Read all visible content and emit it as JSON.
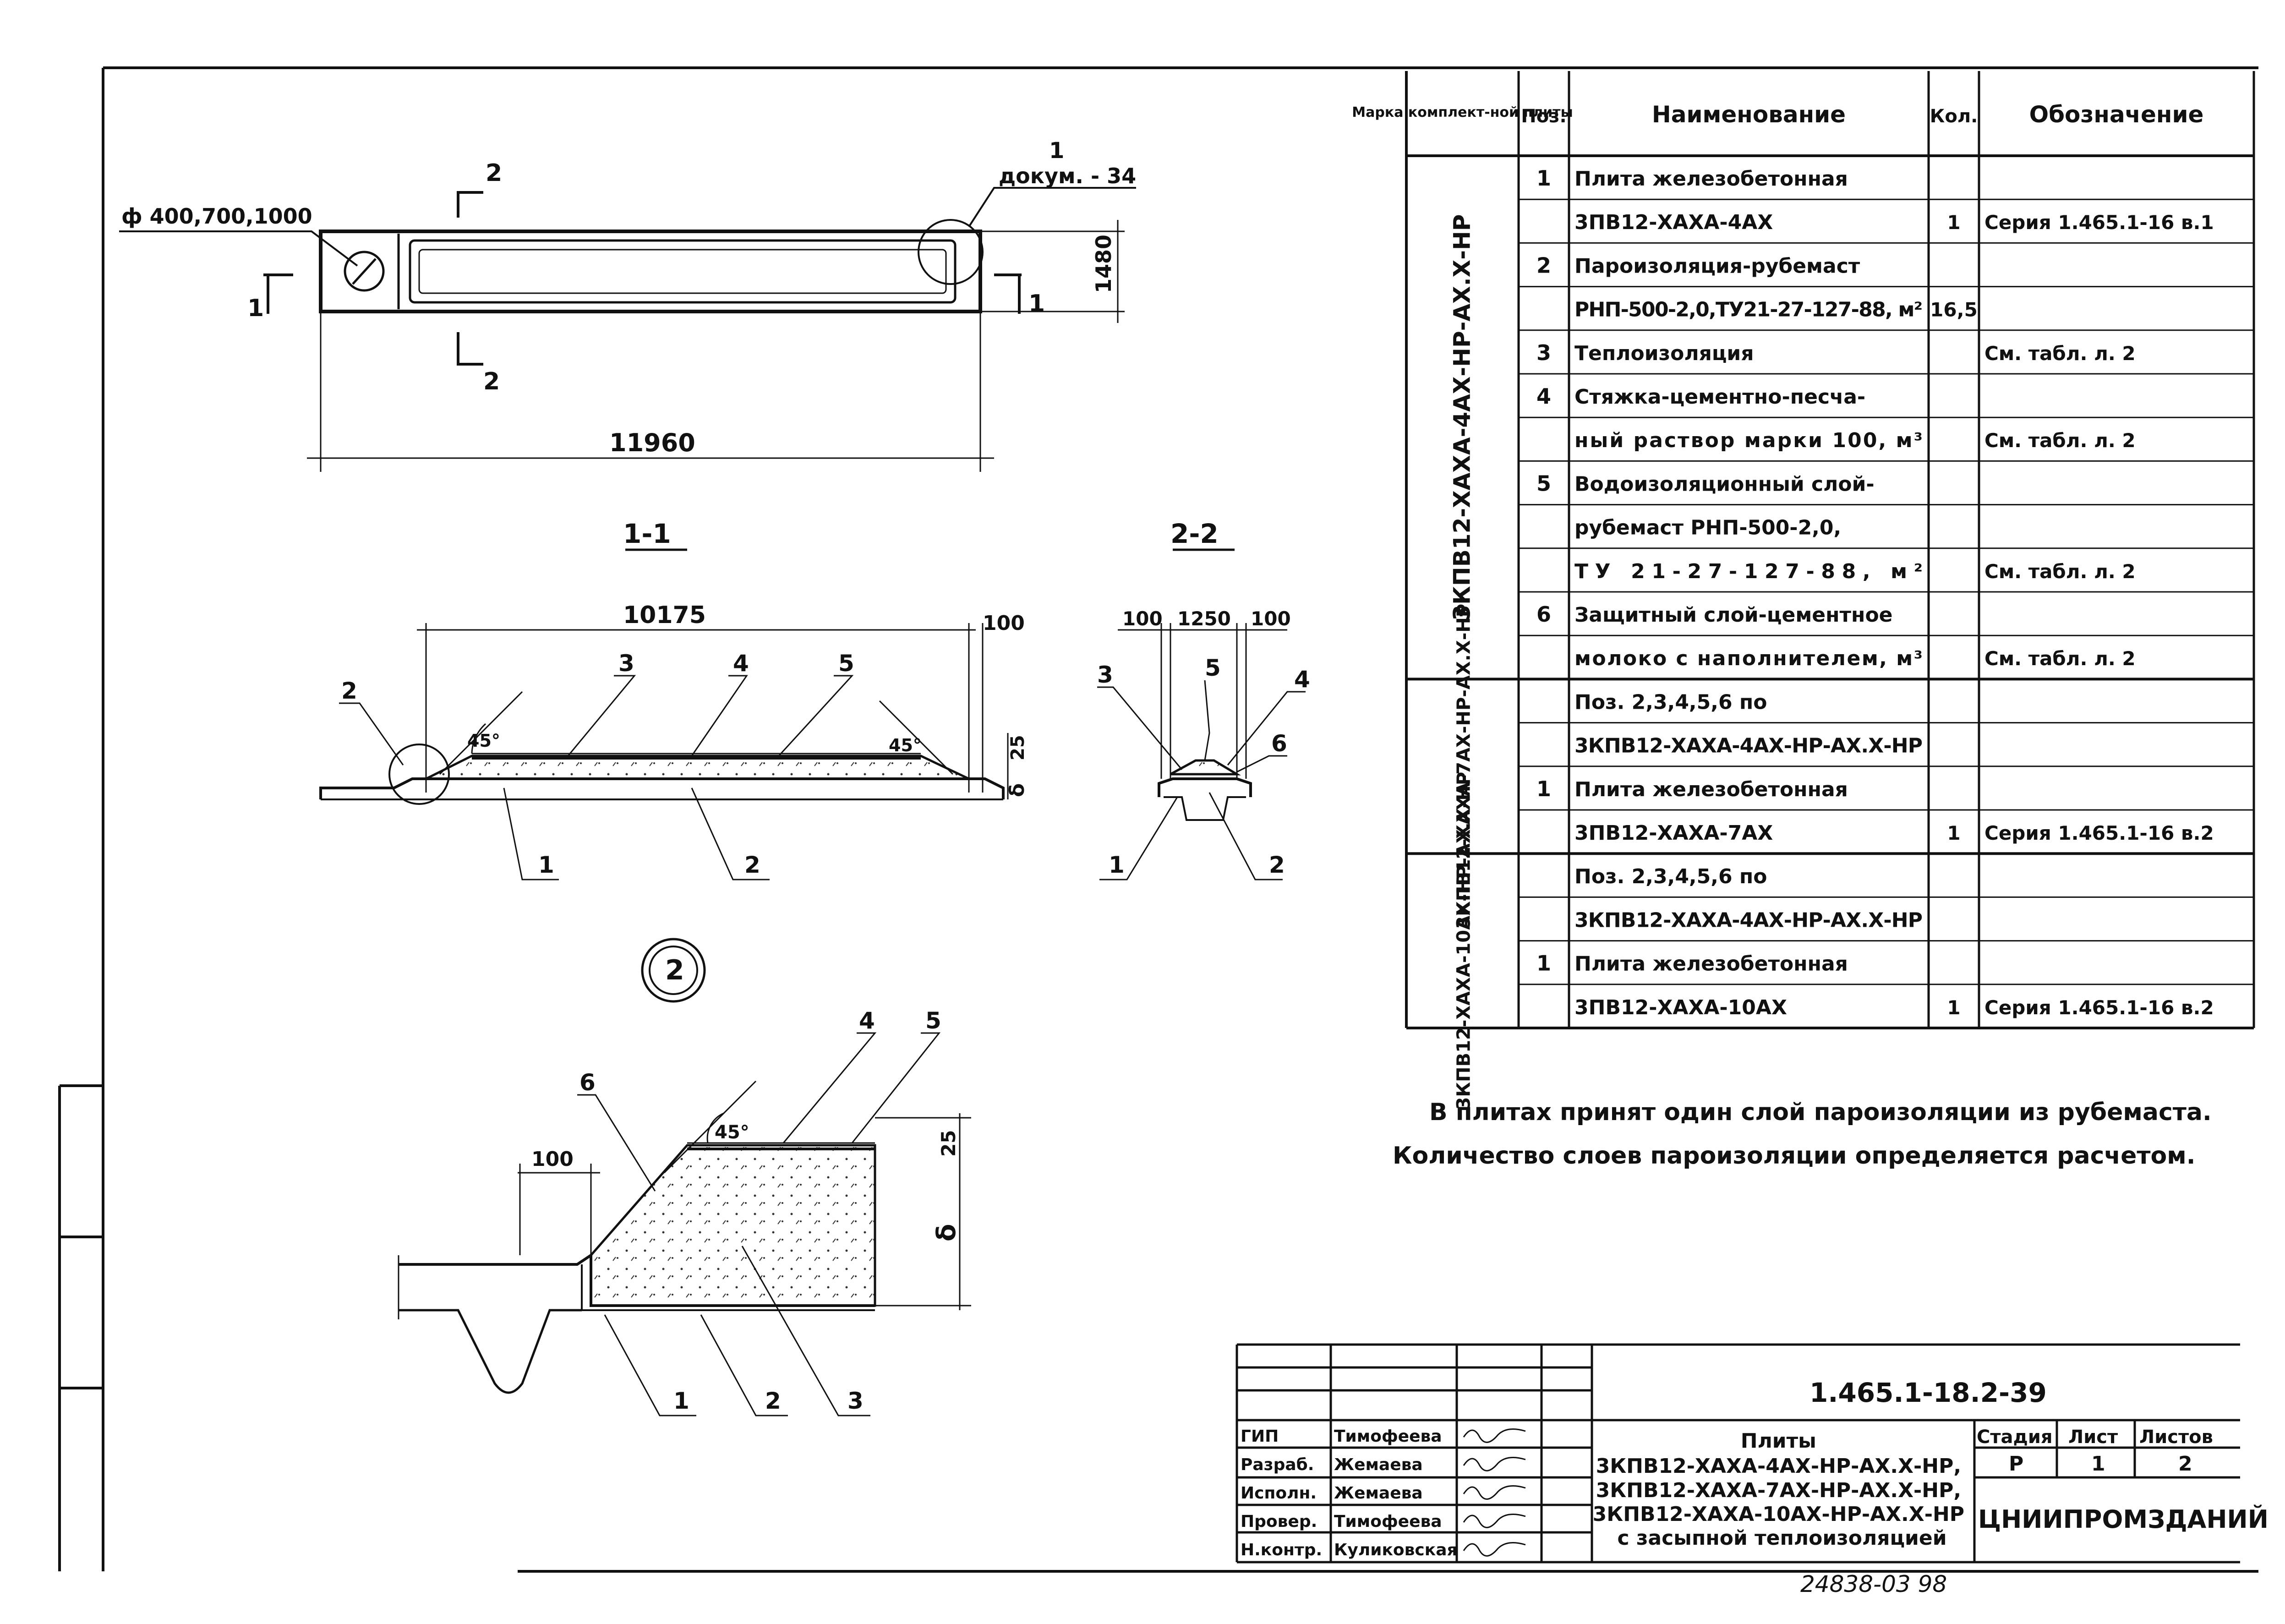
{
  "plan": {
    "hole_label": "ф 400,700,1000",
    "node_ref_num": "1",
    "node_ref_doc": "докум. - 34",
    "section_2_top": "2",
    "section_2_bottom": "2",
    "section_1_left": "1",
    "section_1_right": "1",
    "width_dim": "1480",
    "length_dim": "11960"
  },
  "section_1_1": {
    "title": "1-1",
    "dim_length": "10175",
    "dim_end": "100",
    "dim_25": "25",
    "dim_delta": "δ",
    "angle_left": "45°",
    "angle_right": "45°",
    "callouts": [
      "2",
      "3",
      "4",
      "5",
      "1",
      "2"
    ]
  },
  "section_2_2": {
    "title": "2-2",
    "dim_a": "100",
    "dim_b": "1250",
    "dim_c": "100",
    "callouts": [
      "3",
      "5",
      "4",
      "6",
      "1",
      "2"
    ]
  },
  "node_2": {
    "circle_label": "2",
    "dim_100": "100",
    "dim_25": "25",
    "dim_delta": "δ",
    "angle": "45°",
    "callouts": [
      "6",
      "4",
      "5",
      "1",
      "2",
      "3"
    ]
  },
  "spec_table": {
    "headers": [
      "Марка комплект-ной плиты",
      "Поз.",
      "Наименование",
      "Кол.",
      "Обозначение"
    ],
    "groups": [
      {
        "mark": "3КПВ12-ХАХА-4АХ-НР-АХ.Х-НР",
        "rows": [
          {
            "pos": "1",
            "name": "Плита железобетонная",
            "qty": "",
            "des": ""
          },
          {
            "pos": "",
            "name": "3ПВ12-ХАХА-4АХ",
            "qty": "1",
            "des": "Серия 1.465.1-16 в.1"
          },
          {
            "pos": "2",
            "name": "Пароизоляция-рубемаст",
            "qty": "",
            "des": ""
          },
          {
            "pos": "",
            "name": "РНП-500-2,0,ТУ21-27-127-88, м²",
            "qty": "16,5",
            "des": ""
          },
          {
            "pos": "3",
            "name": "Теплоизоляция",
            "qty": "",
            "des": "См. табл. л. 2"
          },
          {
            "pos": "4",
            "name": "Стяжка-цементно-песча-",
            "qty": "",
            "des": ""
          },
          {
            "pos": "",
            "name": "ный раствор марки 100,  м³",
            "qty": "",
            "des": "См. табл. л. 2"
          },
          {
            "pos": "5",
            "name": "Водоизоляционный слой-",
            "qty": "",
            "des": ""
          },
          {
            "pos": "",
            "name": "рубемаст РНП-500-2,0,",
            "qty": "",
            "des": ""
          },
          {
            "pos": "",
            "name": "ТУ 21-27-127-88,        м²",
            "qty": "",
            "des": "См. табл. л. 2"
          },
          {
            "pos": "6",
            "name": "Защитный слой-цементное",
            "qty": "",
            "des": ""
          },
          {
            "pos": "",
            "name": "молоко с наполнителем,  м³",
            "qty": "",
            "des": "См. табл. л. 2"
          }
        ]
      },
      {
        "mark": "3КПВ12-ХАХА-7АХ-НР-АХ.Х-НР",
        "rows": [
          {
            "pos": "",
            "name": "Поз. 2,3,4,5,6 по",
            "qty": "",
            "des": ""
          },
          {
            "pos": "",
            "name": "3КПВ12-ХАХА-4АХ-НР-АХ.Х-НР",
            "qty": "",
            "des": ""
          },
          {
            "pos": "1",
            "name": "Плита железобетонная",
            "qty": "",
            "des": ""
          },
          {
            "pos": "",
            "name": "3ПВ12-ХАХА-7АХ",
            "qty": "1",
            "des": "Серия 1.465.1-16 в.2"
          }
        ]
      },
      {
        "mark": "3КПВ12-ХАХА-10АХ-НР-АХ.Х-НР",
        "rows": [
          {
            "pos": "",
            "name": "Поз. 2,3,4,5,6 по",
            "qty": "",
            "des": ""
          },
          {
            "pos": "",
            "name": "3КПВ12-ХАХА-4АХ-НР-АХ.Х-НР",
            "qty": "",
            "des": ""
          },
          {
            "pos": "1",
            "name": "Плита железобетонная",
            "qty": "",
            "des": ""
          },
          {
            "pos": "",
            "name": "3ПВ12-ХАХА-10АХ",
            "qty": "1",
            "des": "Серия 1.465.1-16 в.2"
          }
        ]
      }
    ]
  },
  "notes": {
    "line1": "В плитах принят один слой пароизоляции из рубемаста.",
    "line2": "Количество слоев пароизоляции определяется расчетом."
  },
  "title_block": {
    "doc_number": "1.465.1-18.2-39",
    "roles": [
      {
        "role": "ГИП",
        "name": "Тимофеева"
      },
      {
        "role": "Разраб.",
        "name": "Жемаева"
      },
      {
        "role": "Исполн.",
        "name": "Жемаева"
      },
      {
        "role": "Провер.",
        "name": "Тимофеева"
      },
      {
        "role": "Н.контр.",
        "name": "Куликовская"
      }
    ],
    "title_lines": [
      "Плиты",
      "3КПВ12-ХАХА-4АХ-НР-АХ.Х-НР,",
      "3КПВ12-ХАХА-7АХ-НР-АХ.Х-НР,",
      "3КПВ12-ХАХА-10АХ-НР-АХ.Х-НР",
      "с засыпной теплоизоляцией"
    ],
    "stage_label": "Стадия",
    "sheet_label": "Лист",
    "sheets_label": "Листов",
    "stage": "Р",
    "sheet": "1",
    "sheets": "2",
    "org": "ЦНИИПРОМЗДАНИЙ",
    "archive_no": "24838-03  98"
  }
}
